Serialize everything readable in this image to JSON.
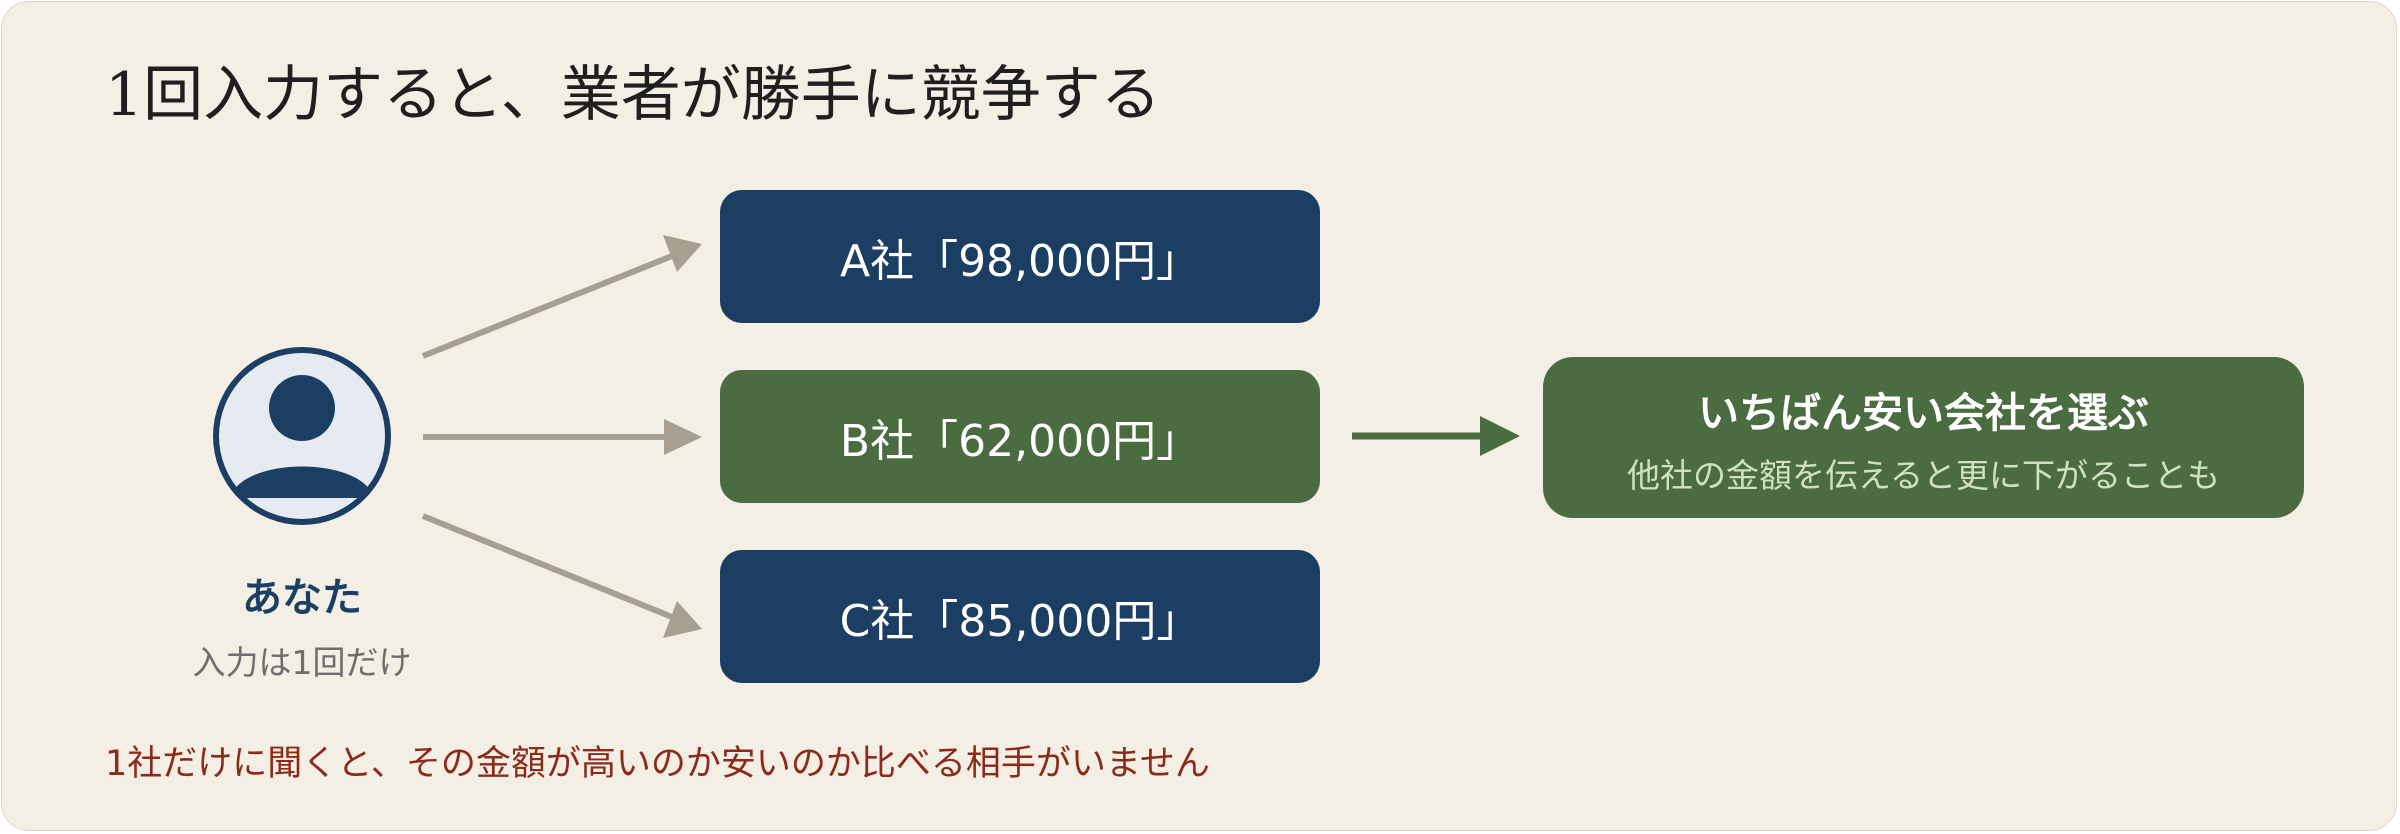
{
  "title": "1回入力すると、業者が勝手に競争する",
  "user": {
    "name": "あなた",
    "subtitle": "入力は1回だけ",
    "avatar_icon": "person-icon"
  },
  "quotes": [
    {
      "label": "A社「98,000円」",
      "color": "#1d3e63"
    },
    {
      "label": "B社「62,000円」",
      "color": "#4b6c40"
    },
    {
      "label": "C社「85,000円」",
      "color": "#1d3e63"
    }
  ],
  "result": {
    "title": "いちばん安い会社を選ぶ",
    "subtitle": "他社の金額を伝えると更に下がることも"
  },
  "footnote": "1社だけに聞くと、その金額が高いのか安いのか比べる相手がいません",
  "colors": {
    "background": "#f3efe4",
    "navy": "#1d3e63",
    "green": "#4b6c40",
    "arrow_gray": "#a89f91",
    "warning_red": "#8c2a1b"
  }
}
